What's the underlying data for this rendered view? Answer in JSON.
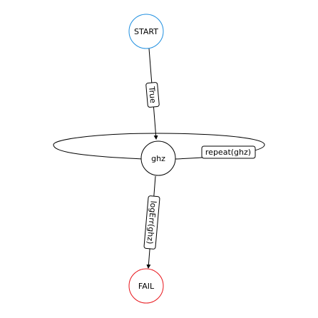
{
  "diagram": {
    "nodes": [
      {
        "id": "start",
        "label": "START",
        "stroke": "#1f8fe0"
      },
      {
        "id": "ghz",
        "label": "ghz",
        "stroke": "#000000"
      },
      {
        "id": "fail",
        "label": "FAIL",
        "stroke": "#e8141a"
      }
    ],
    "edges": [
      {
        "id": "start-ghz",
        "from": "START",
        "to": "ghz",
        "label": "True"
      },
      {
        "id": "ghz-ghz",
        "from": "ghz",
        "to": "ghz",
        "label": "repeat(ghz)"
      },
      {
        "id": "ghz-fail",
        "from": "ghz",
        "to": "FAIL",
        "label": "logErr(ghz)"
      }
    ]
  }
}
